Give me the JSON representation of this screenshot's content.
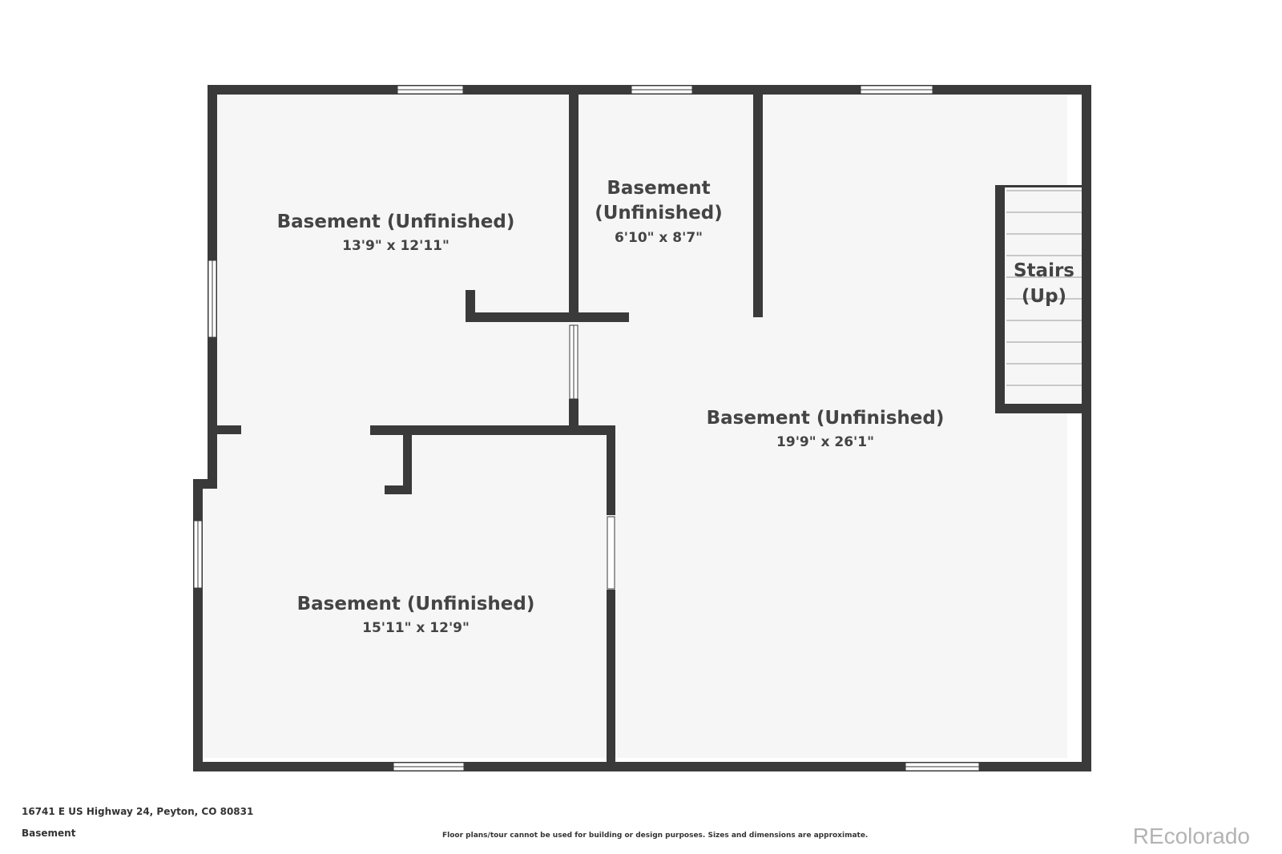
{
  "colors": {
    "wall": "#3a3a3a",
    "floor": "#f6f6f6",
    "window": "#ffffff",
    "text": "#444444",
    "brand": "#b3b3b3"
  },
  "rooms": [
    {
      "name": "Basement (Unfinished)",
      "dims": "13'9\" x 12'11\""
    },
    {
      "name_lines": [
        "Basement",
        "(Unfinished)"
      ],
      "dims": "6'10\" x 8'7\""
    },
    {
      "name": "Basement (Unfinished)",
      "dims": "19'9\" x 26'1\""
    },
    {
      "name": "Basement (Unfinished)",
      "dims": "15'11\" x 12'9\""
    }
  ],
  "stairs": {
    "label_lines": [
      "Stairs",
      "(Up)"
    ]
  },
  "footer": {
    "address": "16741 E US Highway 24, Peyton, CO 80831",
    "floor": "Basement",
    "disclaimer": "Floor plans/tour cannot be used for building or design purposes. Sizes and dimensions are approximate.",
    "brand": "REcolorado"
  }
}
